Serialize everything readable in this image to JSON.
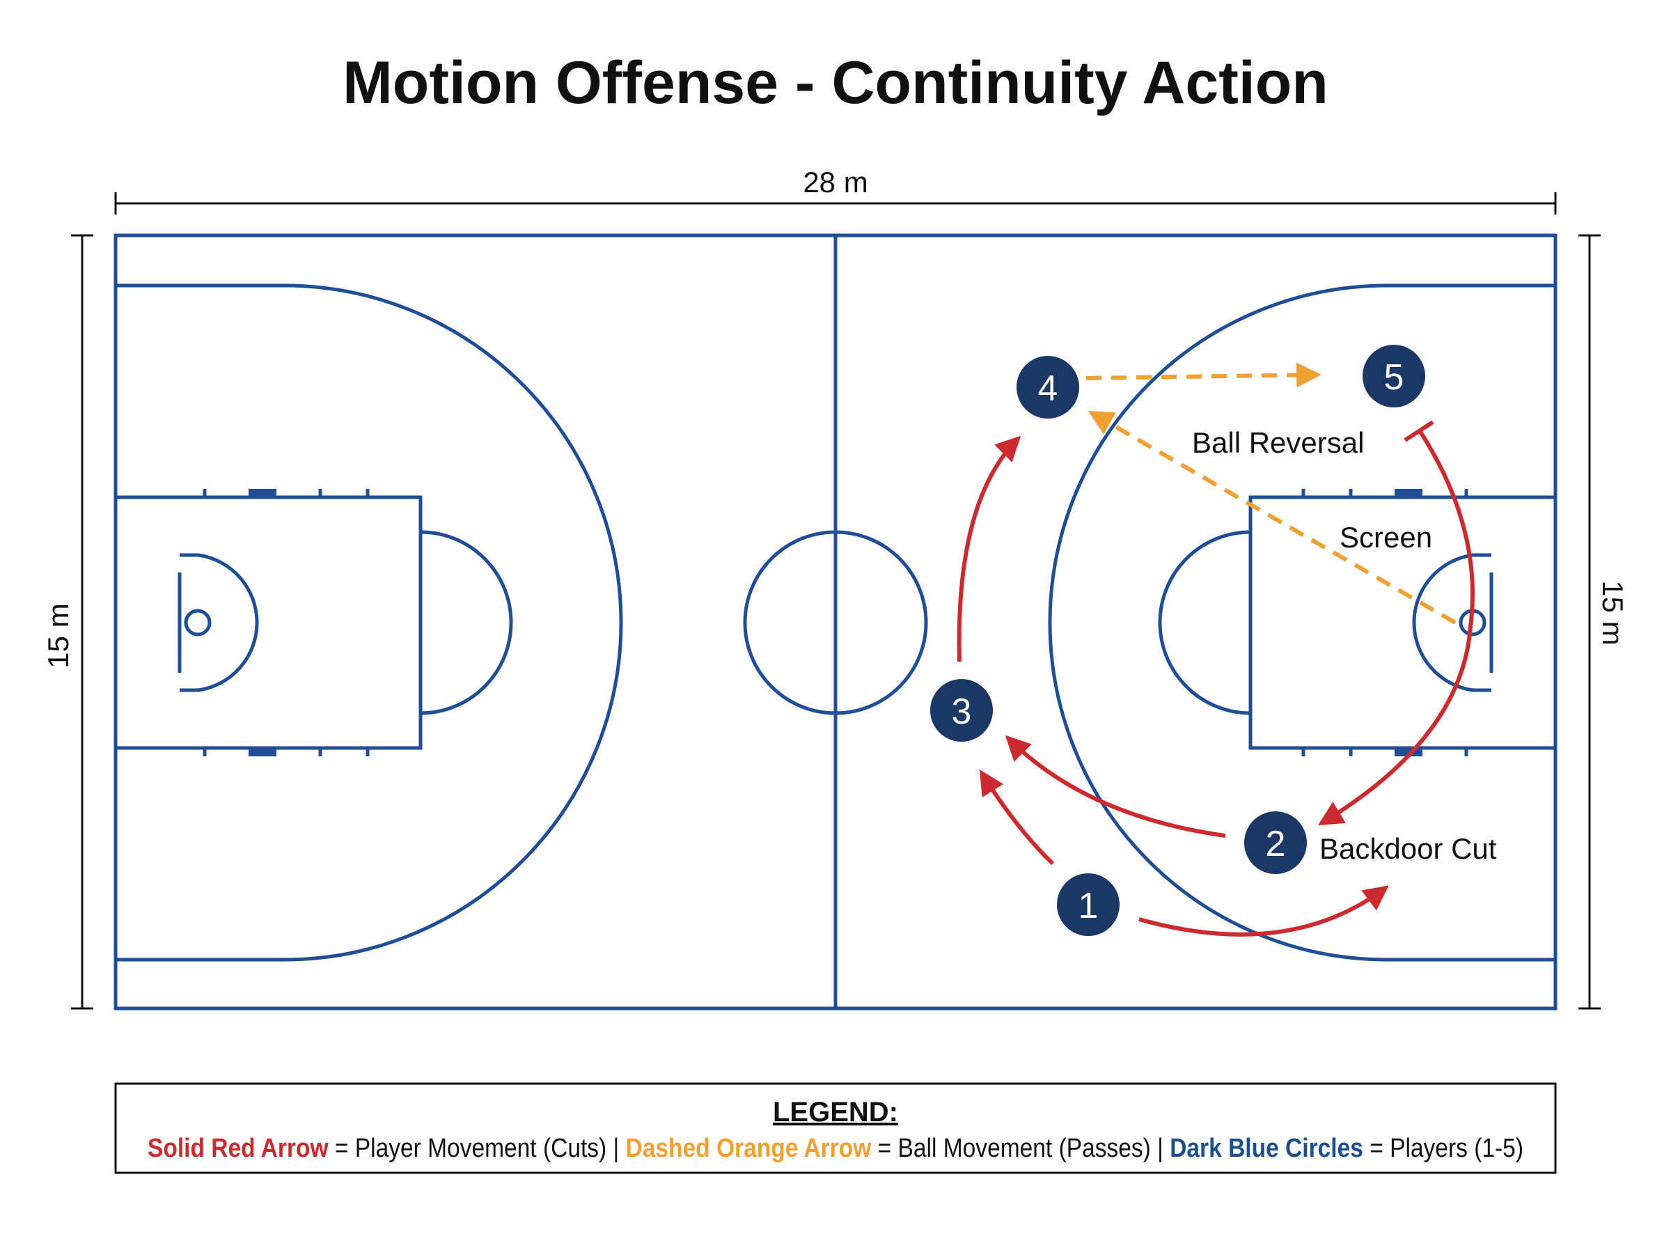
{
  "title": "Motion Offense - Continuity Action",
  "dimensions": {
    "width_label": "28 m",
    "height_label_left": "15 m",
    "height_label_right": "15 m"
  },
  "colors": {
    "court_line": "#1f4e96",
    "player_fill": "#1b3766",
    "cut_arrow": "#cc2a2f",
    "pass_arrow": "#f0a030",
    "legend_blue": "#1b4f8f"
  },
  "players": [
    {
      "id": "player-1",
      "label": "1"
    },
    {
      "id": "player-2",
      "label": "2"
    },
    {
      "id": "player-3",
      "label": "3"
    },
    {
      "id": "player-4",
      "label": "4"
    },
    {
      "id": "player-5",
      "label": "5"
    }
  ],
  "annotations": {
    "ball_reversal": "Ball Reversal",
    "screen": "Screen",
    "backdoor_cut": "Backdoor Cut"
  },
  "legend": {
    "title": "LEGEND",
    "colon": ":",
    "red_term": "Solid Red Arrow",
    "red_desc": " = Player Movement (Cuts) | ",
    "orange_term": "Dashed Orange Arrow",
    "orange_desc": " = Ball Movement (Passes) | ",
    "blue_term": "Dark Blue Circles",
    "blue_desc": " = Players (1-5)"
  }
}
